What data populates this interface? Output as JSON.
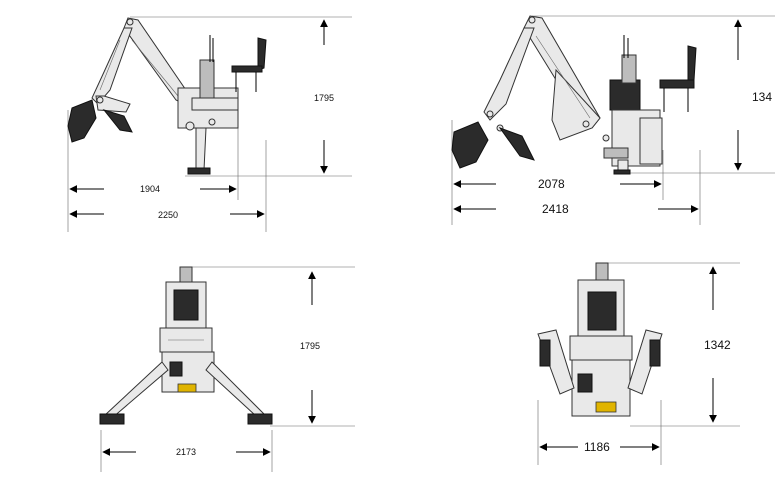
{
  "views": {
    "side_small": {
      "height_label": "1795",
      "reach_label": "1904",
      "length_label": "2250"
    },
    "side_large": {
      "height_label": "134",
      "reach_label": "2078",
      "length_label": "2418"
    },
    "rear_small": {
      "height_label": "1795",
      "width_label": "2173"
    },
    "rear_large": {
      "height_label": "1342",
      "width_label": "1186"
    }
  },
  "colors": {
    "line": "#000000",
    "body": "#e9e9e9",
    "dark": "#2b2b2b",
    "accent": "#e0b400"
  }
}
